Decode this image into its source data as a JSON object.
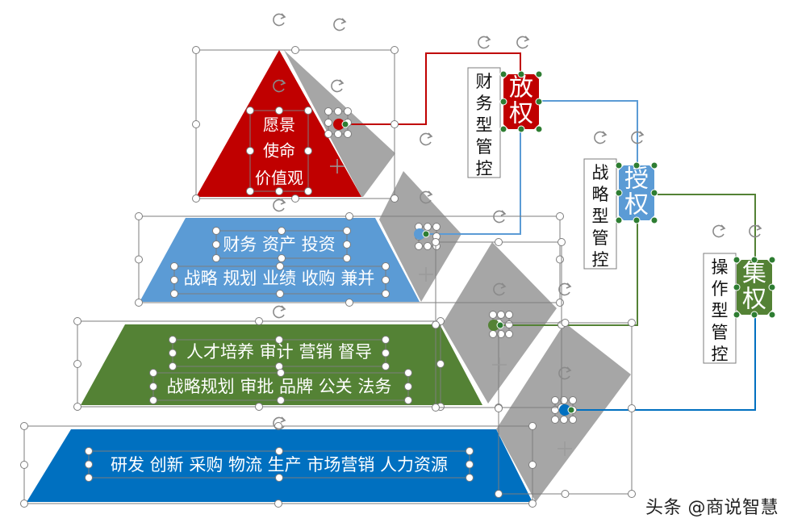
{
  "pyramid": {
    "apex": {
      "lines": [
        "愿景",
        "使命",
        "价值观"
      ],
      "color": "#c00000"
    },
    "tier2": {
      "lines": [
        "财务 资产 投资",
        "战略 规划 业绩 收购 兼并"
      ],
      "color": "#5b9bd5"
    },
    "tier3": {
      "lines": [
        "人才培养 审计 营销 督导",
        "战略规划 审批 品牌 公关 法务"
      ],
      "color": "#548235"
    },
    "tier4": {
      "lines": [
        "研发 创新 采购 物流 生产 市场营销 人力资源"
      ],
      "color": "#0070c0"
    }
  },
  "control_types": [
    {
      "label": "财务型管控",
      "badge": "放权",
      "color": "#c00000",
      "connector_color": "#c00000"
    },
    {
      "label": "战略型管控",
      "badge": "授权",
      "color": "#5b9bd5",
      "connector_color": "#5b9bd5"
    },
    {
      "label": "操作型管控",
      "badge": "集权",
      "color": "#548235",
      "connector_color": "#548235"
    }
  ],
  "watermark": "头条 @商说智慧",
  "icons": {
    "rotate": "rotate-icon",
    "move": "move-icon"
  },
  "shadow_color": "#a6a6a6"
}
